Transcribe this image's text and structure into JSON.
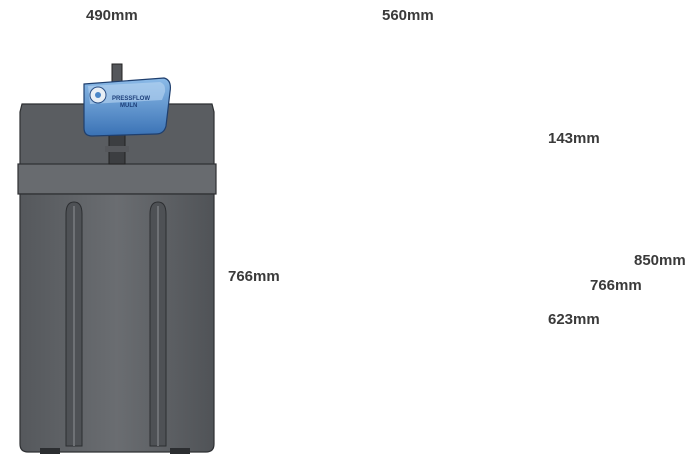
{
  "figure": {
    "front_view": {
      "width_label": "490mm",
      "height_label": "766mm",
      "pump_brand_line1": "PRESSFLOW",
      "pump_brand_line2": "MULN"
    },
    "side_view": {
      "width_label": "560mm",
      "step_label": "143mm",
      "tank_height_label": "766mm",
      "total_height_label": "850mm",
      "lower_height_label": "623mm"
    }
  },
  "colors": {
    "front_tank": "#5f6266",
    "front_tank_dark": "#4a4d51",
    "side_tank": "#3d3f42",
    "side_tank_light": "#55585c",
    "pump_blue": "#4a86c8",
    "pump_grey": "#6f7174",
    "dim_line": "#444444",
    "label_text": "#3a3a3a"
  }
}
